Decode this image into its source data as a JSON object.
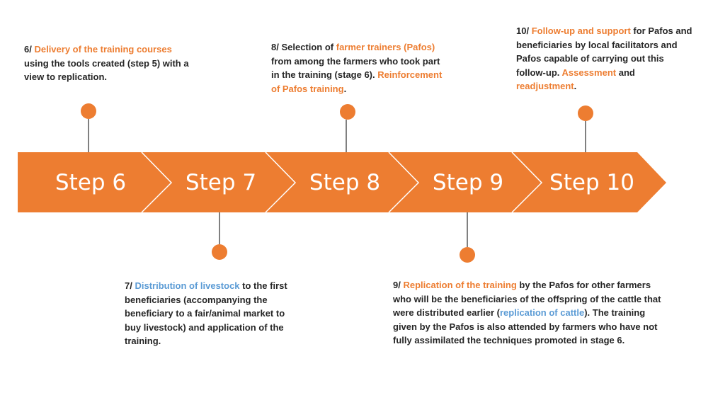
{
  "colors": {
    "accent_orange": "#ED7D31",
    "accent_blue": "#5B9BD5",
    "text": "#262626",
    "chevron_separator": "#ffffff"
  },
  "steps": [
    {
      "label": "Step 6"
    },
    {
      "label": "Step 7"
    },
    {
      "label": "Step 8"
    },
    {
      "label": "Step 9"
    },
    {
      "label": "Step 10"
    }
  ],
  "notes": {
    "step6": {
      "prefix": "6/ ",
      "highlight": "Delivery of the training courses",
      "body": "using the tools created (step 5) with a view to replication."
    },
    "step7": {
      "prefix": "7/ ",
      "highlight": "Distribution of livestock",
      "body": " to the first beneficiaries (accompanying the beneficiary to a fair/animal market to buy livestock) and application of the training."
    },
    "step8": {
      "prefix": "8/ Selection of ",
      "highlight1": "farmer trainers (Pafos)",
      "body1": " from among the farmers who took part in the training (stage 6). ",
      "highlight2": "Reinforcement of Pafos training",
      "end": "."
    },
    "step9": {
      "prefix": "9/ ",
      "highlight1": "Replication of the training",
      "body1": " by the Pafos for other farmers who will be the beneficiaries of the offspring of the cattle that were distributed earlier (",
      "highlight2": "replication of cattle",
      "body2": "). The training given by the Pafos is also attended by farmers who have not fully assimilated the techniques promoted in stage 6."
    },
    "step10": {
      "prefix": "10/ ",
      "highlight1": "Follow-up and support",
      "body1": " for Pafos and beneficiaries by local facilitators and Pafos capable of carrying out this follow-up. ",
      "highlight2": "Assessment",
      "body2": " and ",
      "highlight3": "readjustment",
      "end": "."
    }
  }
}
